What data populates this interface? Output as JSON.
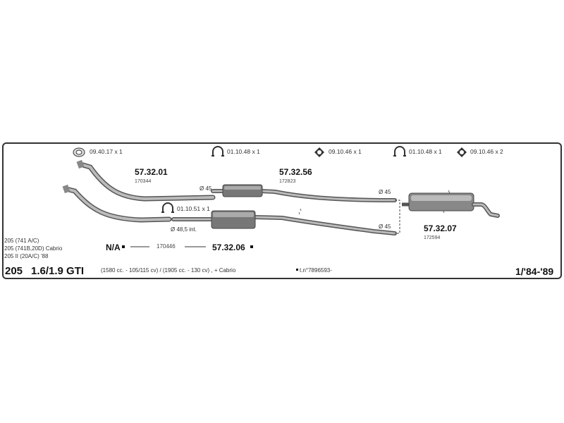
{
  "fittings": [
    {
      "label": "09.40.17 x 1",
      "icon": "gasket-ring-icon"
    },
    {
      "label": "01.10.48 x 1",
      "icon": "clamp-icon"
    },
    {
      "label": "09.10.46 x 1",
      "icon": "hanger-icon"
    },
    {
      "label": "01.10.48 x 1",
      "icon": "clamp-icon"
    },
    {
      "label": "09.10.46 x 2",
      "icon": "hanger-icon"
    }
  ],
  "parts": {
    "front_pipe": {
      "number": "57.32.01",
      "code": "170344",
      "diameter": "Ø 45"
    },
    "middle_section": {
      "number": "57.32.56",
      "code": "172823",
      "diameter": "Ø 45"
    },
    "rear_silencer": {
      "number": "57.32.07",
      "code": "172594"
    },
    "lower_pipe": {
      "number": "57.32.06",
      "code": "170446",
      "diameter": "Ø 45",
      "inner_diameter": "Ø 48,5 int.",
      "na_label": "N/A"
    },
    "lower_clamp": {
      "label": "01.10.51 x 1"
    }
  },
  "variants": [
    "205 (741 A/C)",
    "205 (741B,20D) Cabrio",
    "205 II (20A/C) '88"
  ],
  "footer": {
    "model": "205",
    "engine": "1.6/1.9 GTI",
    "displacement": "(1580 cc. - 105/115 cv) / (1905 cc. - 130 cv) , + Cabrio",
    "serial": "t.n°7896593-",
    "years": "1/'84-'89"
  }
}
